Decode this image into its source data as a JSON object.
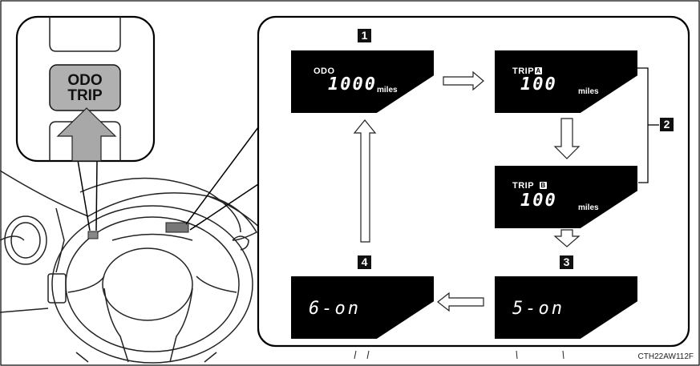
{
  "button": {
    "line1": "ODO",
    "line2": "TRIP"
  },
  "steps": {
    "s1": "1",
    "s2": "2",
    "s3": "3",
    "s4": "4"
  },
  "displays": {
    "odo": {
      "mode": "ODO",
      "value": "1000",
      "unit": "miles"
    },
    "tripA": {
      "mode": "TRIP",
      "sub": "A",
      "value": "100",
      "unit": "miles"
    },
    "tripB": {
      "mode": "TRIP",
      "sub": "B",
      "value": "100",
      "unit": "miles"
    },
    "five": {
      "text": "5-on"
    },
    "six": {
      "text": "6-on"
    }
  },
  "code": "CTH22AW112F",
  "colors": {
    "screen": "#000000",
    "button": "#b0b0b0",
    "arrow": "#a8a8a8"
  }
}
